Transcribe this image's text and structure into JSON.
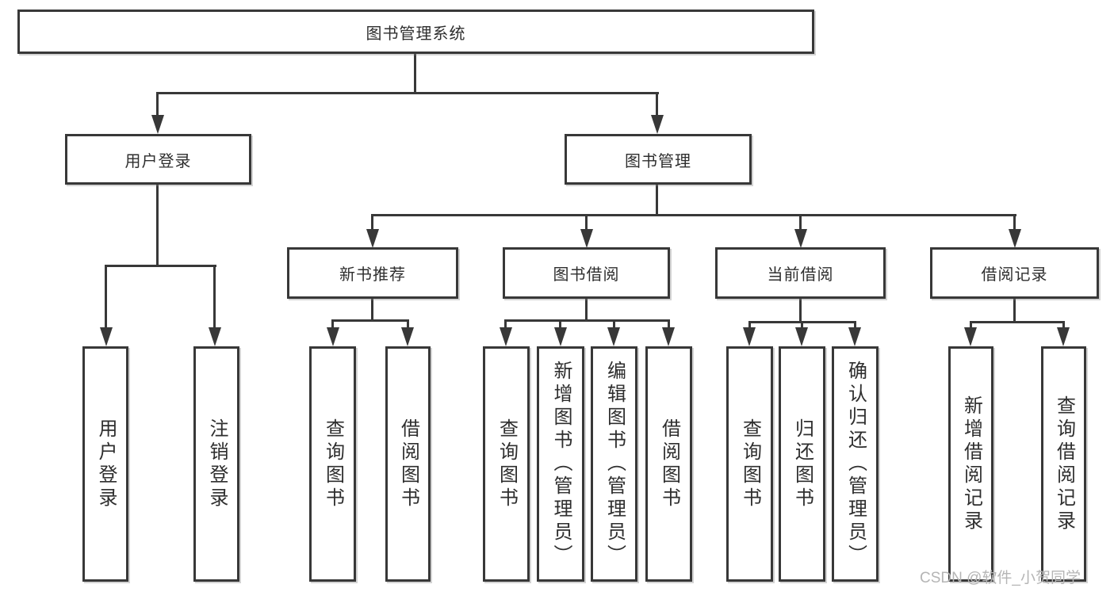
{
  "diagram": {
    "type": "hierarchy",
    "root": {
      "label": "图书管理系统"
    },
    "branches": [
      {
        "label": "用户登录",
        "children": [
          {
            "label": "用户登录"
          },
          {
            "label": "注销登录"
          }
        ]
      },
      {
        "label": "图书管理",
        "children": [
          {
            "label": "新书推荐",
            "children": [
              {
                "label": "查询图书"
              },
              {
                "label": "借阅图书"
              }
            ]
          },
          {
            "label": "图书借阅",
            "children": [
              {
                "label": "查询图书"
              },
              {
                "label": "新增图书（管理员）"
              },
              {
                "label": "编辑图书（管理员）"
              },
              {
                "label": "借阅图书"
              }
            ]
          },
          {
            "label": "当前借阅",
            "children": [
              {
                "label": "查询图书"
              },
              {
                "label": "归还图书"
              },
              {
                "label": "确认归还（管理员）"
              }
            ]
          },
          {
            "label": "借阅记录",
            "children": [
              {
                "label": "新增借阅记录"
              },
              {
                "label": "查询借阅记录"
              }
            ]
          }
        ]
      }
    ]
  },
  "watermark": "CSDN @软件_小贺同学",
  "colors": {
    "background": "#ffffff",
    "line": "#383838",
    "text": "#2e2e2e",
    "watermark": "#b5b5b5"
  }
}
